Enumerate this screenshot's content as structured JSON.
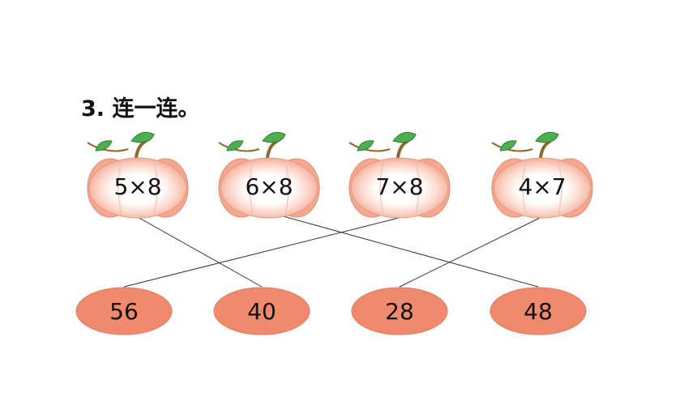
{
  "title": "3. 连一连。",
  "expressions": [
    "5×8",
    "6×8",
    "7×8",
    "4×7"
  ],
  "answers": [
    "56",
    "40",
    "28",
    "48"
  ],
  "connections": [
    {
      "from": 0,
      "to": 1
    },
    {
      "from": 1,
      "to": 3
    },
    {
      "from": 2,
      "to": 0
    },
    {
      "from": 3,
      "to": 2
    }
  ],
  "colors": {
    "pumpkin_body": "#f6b7a3",
    "pumpkin_center": "#ffffff",
    "stem": "#8a6a2a",
    "leaf": "#4caf50",
    "answer_fill": "#ef8a6d",
    "line": "#333333"
  }
}
